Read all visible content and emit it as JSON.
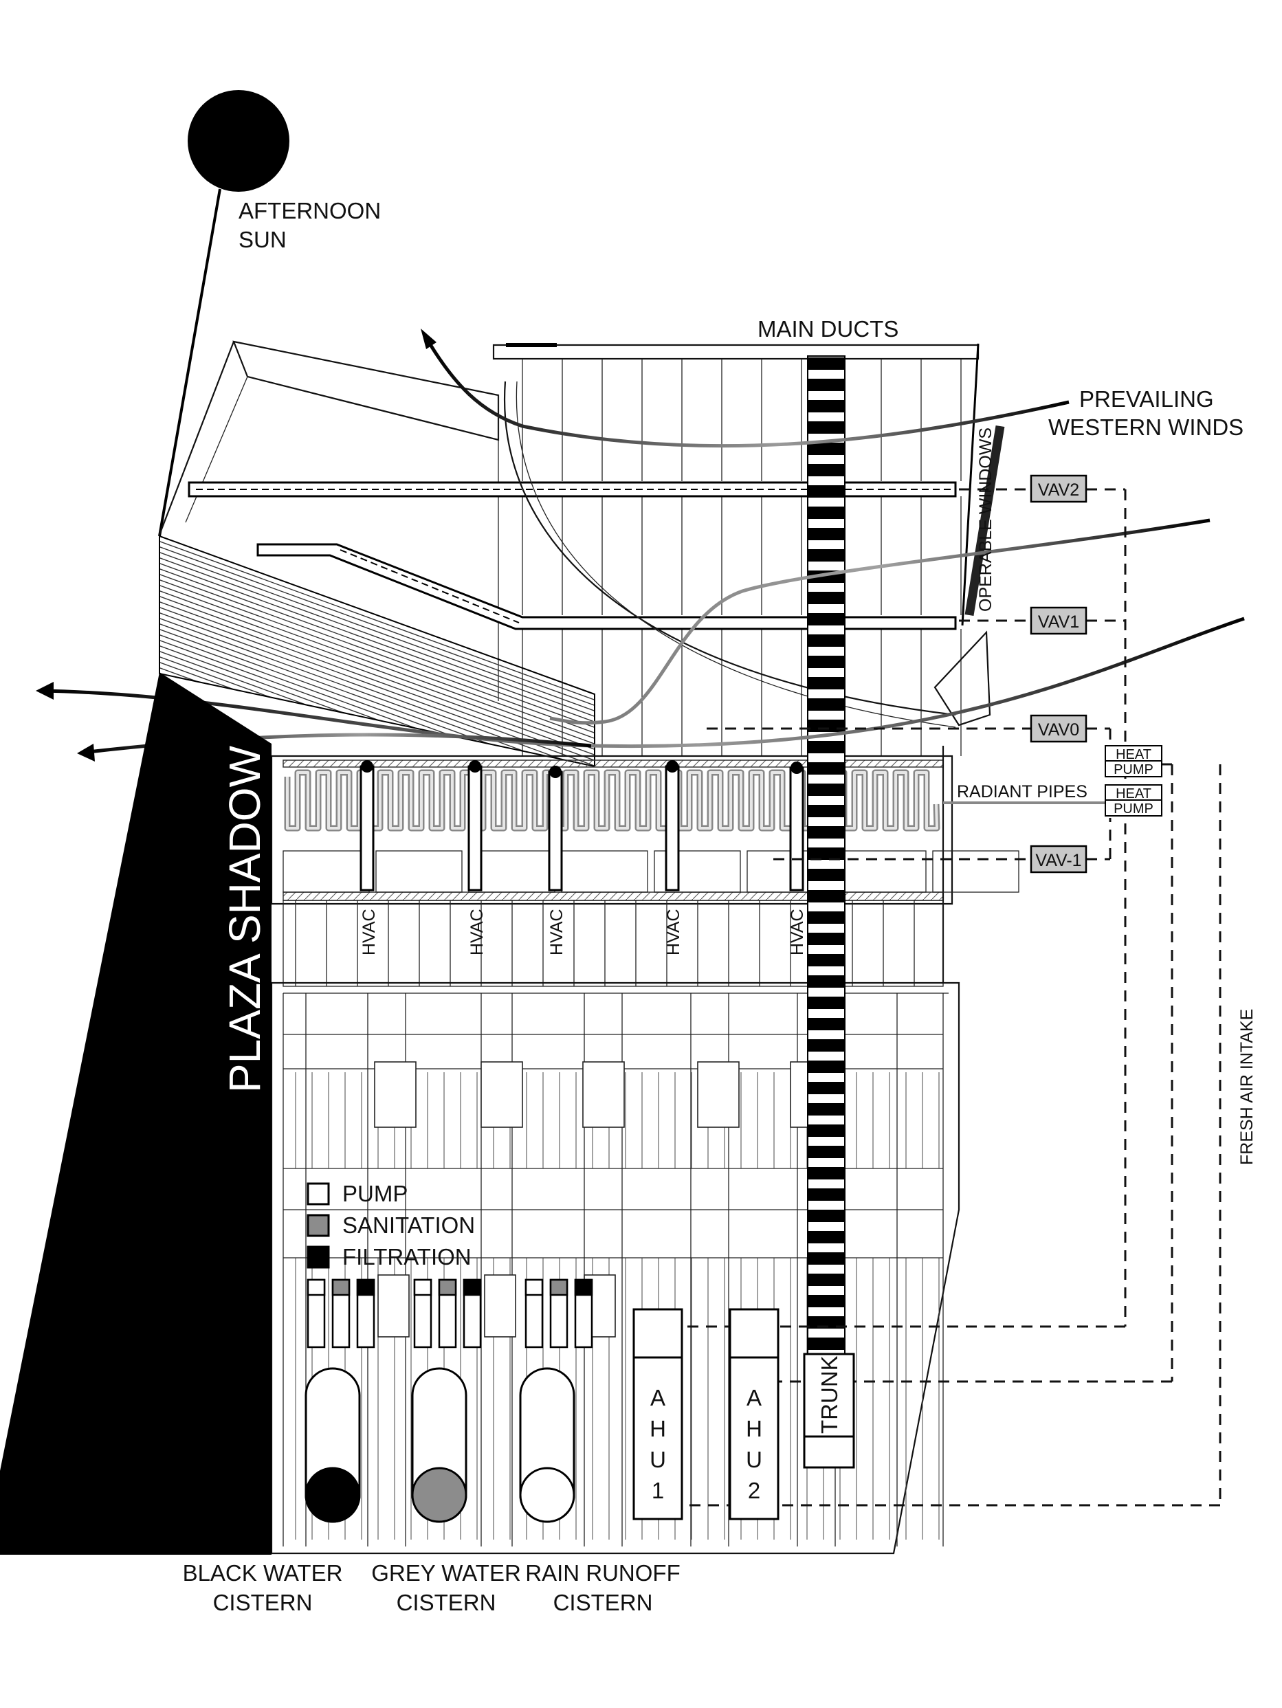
{
  "labels": {
    "sun": [
      "AFTERNOON",
      "SUN"
    ],
    "main_ducts": "MAIN DUCTS",
    "winds": [
      "PREVAILING",
      "WESTERN WINDS"
    ],
    "operable_windows": "OPERABLE WINDOWS",
    "vav": [
      "VAV2",
      "VAV1",
      "VAV0",
      "VAV-1"
    ],
    "heat_pump": [
      "HEAT",
      "PUMP"
    ],
    "radiant_pipes": "RADIANT PIPES",
    "hvac": "HVAC",
    "plaza_shadow": "PLAZA SHADOW",
    "fresh_air_intake": "FRESH AIR INTAKE",
    "trunk": "TRUNK",
    "ahu1": [
      "A",
      "H",
      "U",
      "1"
    ],
    "ahu2": [
      "A",
      "H",
      "U",
      "2"
    ],
    "legend": [
      "PUMP",
      "SANITATION",
      "FILTRATION"
    ],
    "cisterns": [
      [
        "BLACK WATER",
        "CISTERN"
      ],
      [
        "GREY WATER",
        "CISTERN"
      ],
      [
        "RAIN RUNOFF",
        "CISTERN"
      ]
    ]
  },
  "colors": {
    "black": "#000000",
    "grey": "#8c8c8c",
    "light_grey": "#c8c8c8",
    "white": "#ffffff",
    "line": "#222222"
  }
}
